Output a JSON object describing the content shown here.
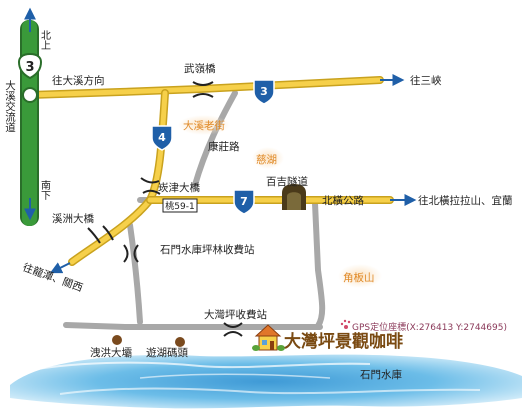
{
  "colors": {
    "highway_green": "#3a9a3a",
    "highway_outline": "#2a6e2a",
    "main_road_yellow": "#f6d04a",
    "main_road_edge": "#c9a21e",
    "minor_road_gray": "#a8a8a8",
    "route_shield_blue": "#1f5fa8",
    "arrow_blue": "#1f5fa8",
    "reservoir_blue": "#6cbde8",
    "reservoir_light": "#bfe3f6",
    "landmark_orange": "#e08a28",
    "landmark_glow": "#fbe2c2",
    "title_brown": "#7a4a12",
    "gps_red": "#d24a6a",
    "gps_text": "#8b3a5a",
    "dock_brown": "#7a4a1e",
    "tunnel_dark": "#4a3a1a",
    "text_dark": "#222222"
  },
  "compass": {
    "north": "北上",
    "south": "南下"
  },
  "highway": {
    "shield_number": "3",
    "interchange_label": "大溪交流道"
  },
  "routes": {
    "r3": "3",
    "r4": "4",
    "r7": "7",
    "r59_1": "桃59-1"
  },
  "directions": {
    "to_daxi": "往大溪方向",
    "to_sanxia": "往三峽",
    "to_north_cross": "往北橫拉拉山、宜蘭",
    "to_longtan": "往龍潭、關西"
  },
  "places": {
    "wuling_bridge": "武嶺橋",
    "daxi_old_street": "大溪老街",
    "kangzhuang_road": "康莊路",
    "cihu": "慈湖",
    "cijin_bridge": "崁津大橋",
    "baiji_tunnel": "百吉隧道",
    "north_cross_road": "北橫公路",
    "xizhou_bridge": "溪洲大橋",
    "toll_station_pinglin": "石門水庫坪林收費站",
    "jiaobanshan": "角板山",
    "dawanping_toll": "大灣坪收費站",
    "spillway": "洩洪大壩",
    "lake_pier": "遊湖碼頭",
    "reservoir": "石門水庫"
  },
  "destination": {
    "name": "大灣坪景觀咖啡",
    "gps": "GPS定位座標(X:276413  Y:2744695)"
  }
}
